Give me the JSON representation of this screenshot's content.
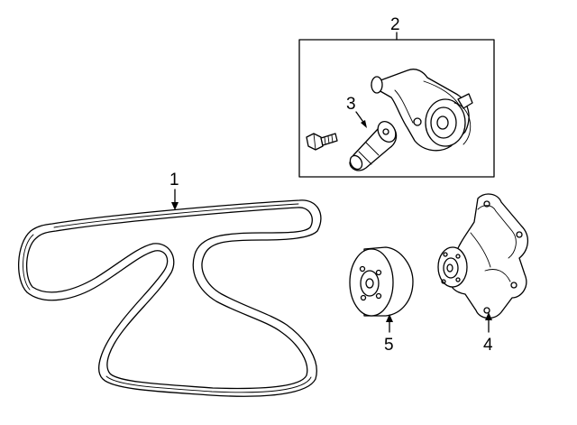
{
  "callouts": {
    "belt": "1",
    "tensioner_assembly": "2",
    "tensioner": "3",
    "water_pump": "4",
    "pulley": "5"
  }
}
